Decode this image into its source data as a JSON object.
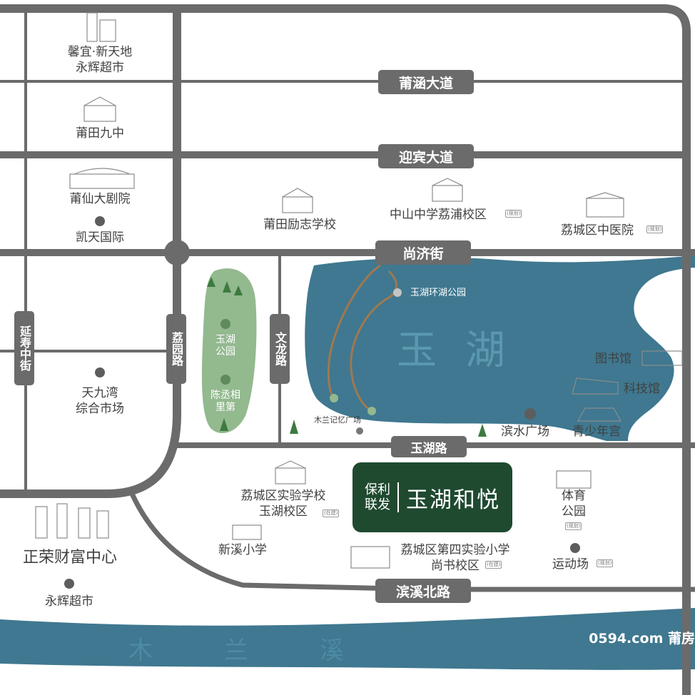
{
  "roads": {
    "puhan": "莆涵大道",
    "yingbin": "迎宾大道",
    "shangji": "尚济街",
    "liyuan": "荔园路",
    "wenlong": "文龙路",
    "yanshou": "延寿中街",
    "yuhu_road": "玉湖路",
    "binxi_north": "滨溪北路"
  },
  "water": {
    "lake": "玉湖",
    "river": "木兰溪"
  },
  "pois": {
    "xinyi": "馨宜·新天地",
    "yonghui_1": "永辉超市",
    "putian_9": "莆田九中",
    "xianyou_theatre": "莆仙大剧院",
    "kaitian": "凯天国际",
    "lizhi_school": "莆田励志学校",
    "zhongshan": "中山中学荔浦校区",
    "tcm_hospital": "荔城区中医院",
    "tianjiuwan_1": "天九湾",
    "tianjiuwan_2": "综合市场",
    "yuhu_park_1": "玉湖",
    "yuhu_park_2": "公园",
    "chen_1": "陈丞相",
    "chen_2": "里第",
    "huanhu": "玉湖环湖公园",
    "mulan_square": "木兰记忆广场",
    "library": "图书馆",
    "science": "科技馆",
    "binshui": "滨水广场",
    "youth": "青少年宫",
    "licheng_exp_1": "荔城区实验学校",
    "licheng_exp_2": "玉湖校区",
    "xinxi": "新溪小学",
    "fourth_1": "荔城区第四实验小学",
    "fourth_2": "尚书校区",
    "sports_park_1": "体育",
    "sports_park_2": "公园",
    "sports_ground": "运动场",
    "zhengrong": "正荣财富中心",
    "yonghui_2": "永辉超市"
  },
  "tags": {
    "planned": "(规划)",
    "under_construction": "(在建)"
  },
  "project": {
    "brand_1": "保利",
    "brand_2": "联发",
    "name": "玉湖和悦"
  },
  "watermark": "0594.com 莆房"
}
